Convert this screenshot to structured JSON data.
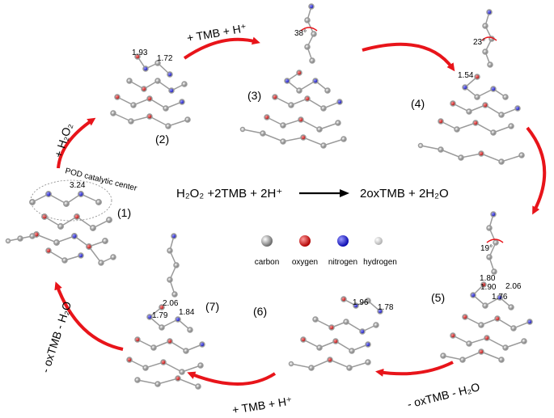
{
  "steps": {
    "s1": "(1)",
    "s2": "(2)",
    "s3": "(3)",
    "s4": "(4)",
    "s5": "(5)",
    "s6": "(6)",
    "s7": "(7)"
  },
  "arrows": {
    "a12": "+ H₂O₂",
    "a23": "+ TMB + H⁺",
    "a56": "- oxTMB - H₂O",
    "a67": "+ TMB + H⁺",
    "a71": "- oxTMB - H₂O"
  },
  "center_label": "POD catalytic center",
  "reaction": {
    "left": "H₂O₂ +2TMB + 2H⁺",
    "right": "2oxTMB + 2H₂O"
  },
  "measurements": {
    "m1": "3.24",
    "m2a": "1.93",
    "m2b": "1.72",
    "m3": "38°",
    "m4a": "23°",
    "m4b": "1.54",
    "m5a": "19°",
    "m5b": "1.80",
    "m5c": "2.06",
    "m5d": "1.90",
    "m5e": "1.76",
    "m6a": "1.96",
    "m6b": "1.78",
    "m7a": "2.06",
    "m7b": "1.79",
    "m7c": "1.84"
  },
  "legend": [
    {
      "label": "carbon",
      "color": "#8c8c8c"
    },
    {
      "label": "oxygen",
      "color": "#d40000"
    },
    {
      "label": "nitrogen",
      "color": "#1a1ae6"
    },
    {
      "label": "hydrogen",
      "color": "#d8d8d8"
    }
  ],
  "colors": {
    "cycle_arrow": "#e8141a",
    "reaction_arrow": "#000000"
  }
}
